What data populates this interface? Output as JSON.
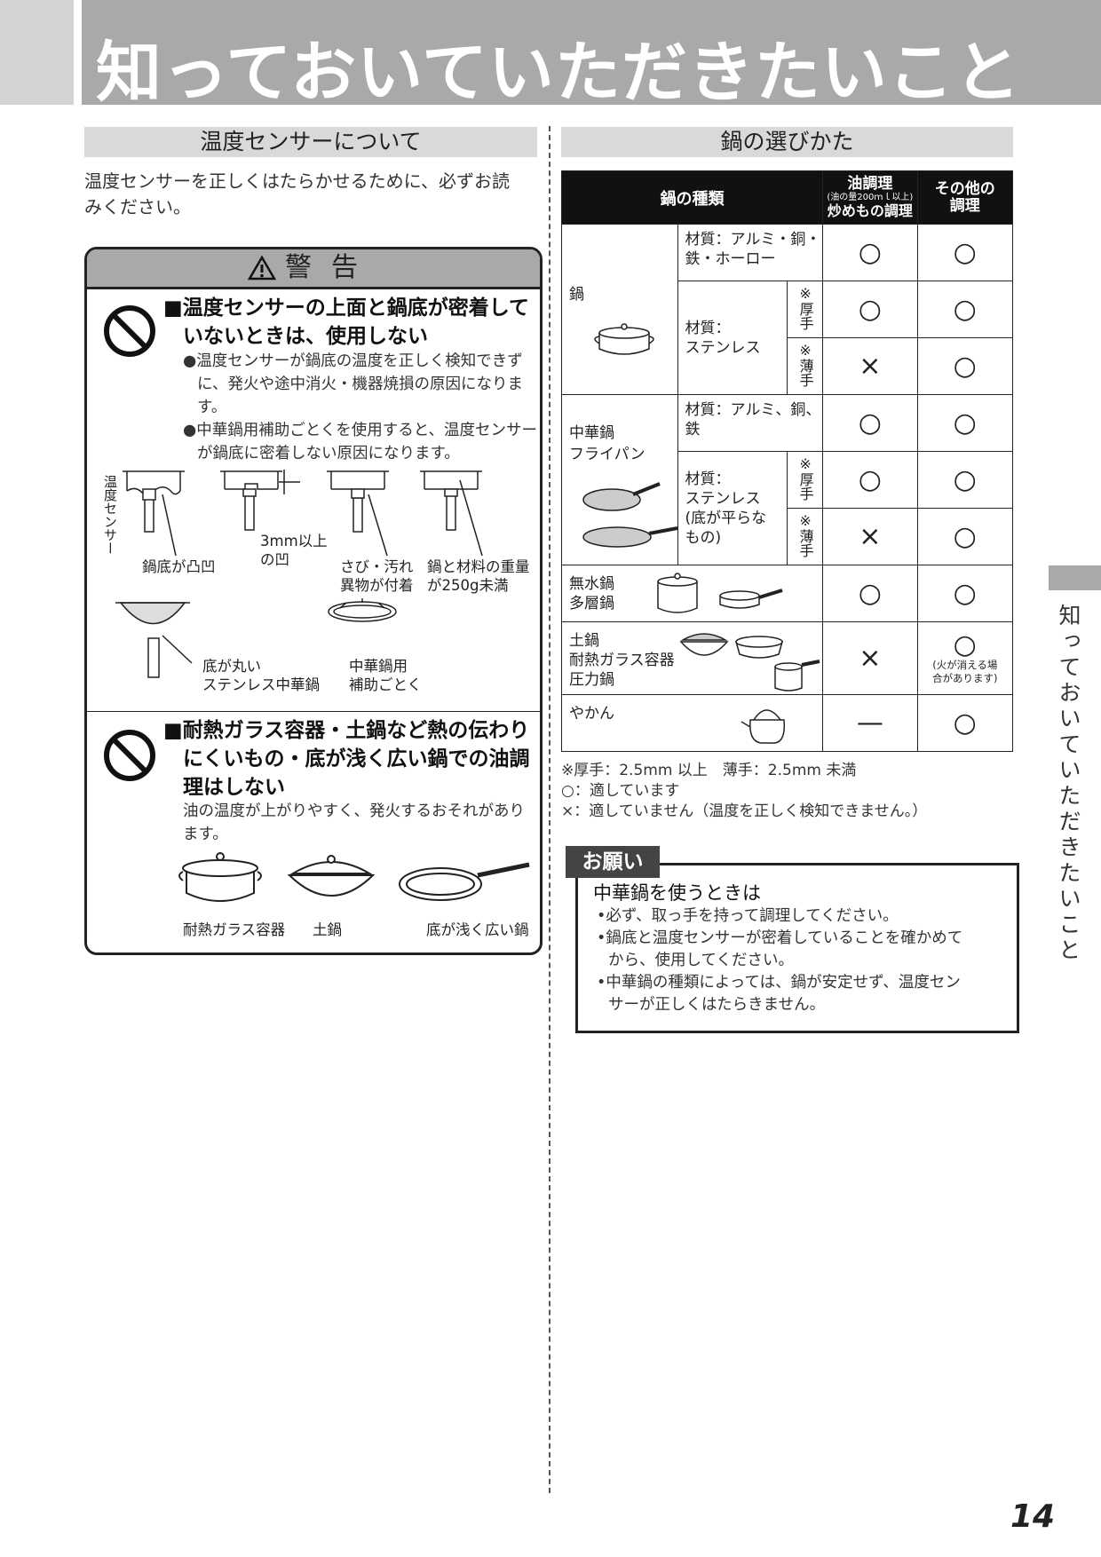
{
  "header": {
    "title": "知っておいていただきたいこと"
  },
  "sensor": {
    "heading": "温度センサーについて",
    "intro_line1": "温度センサーを正しくはたらかせるために、必ずお読",
    "intro_line2": "みください。",
    "warning_title": "警告",
    "w1_title_line1": "■温度センサーの上面と鍋底が密着して",
    "w1_title_line2": "いないときは、使用しない",
    "w1_b1_line1": "●温度センサーが鍋底の温度を正しく検知できず",
    "w1_b1_line2": "に、発火や途中消火・機器焼損の原因になりま",
    "w1_b1_line3": "す。",
    "w1_b2_line1": "●中華鍋用補助ごとくを使用すると、温度センサー",
    "w1_b2_line2": "が鍋底に密着しない原因になります。",
    "diag_sensor_label": "温度センサー",
    "diag1": "鍋底が凸凹",
    "diag2_l1": "3mm以上",
    "diag2_l2": "の凹",
    "diag3_l1": "さび・汚れ",
    "diag3_l2": "異物が付着",
    "diag4_l1": "鍋と材料の重量",
    "diag4_l2": "が250g未満",
    "diag5_l1": "底が丸い",
    "diag5_l2": "ステンレス中華鍋",
    "diag6_l1": "中華鍋用",
    "diag6_l2": "補助ごとく",
    "w2_title_line1": "■耐熱ガラス容器・土鍋など熱の伝わり",
    "w2_title_line2": "にくいもの・底が浅く広い鍋での油調",
    "w2_title_line3": "理はしない",
    "w2_desc_line1": "油の温度が上がりやすく、発火するおそれがあり",
    "w2_desc_line2": "ます。",
    "pot1": "耐熱ガラス容器",
    "pot2": "土鍋",
    "pot3": "底が浅く広い鍋"
  },
  "pans": {
    "heading": "鍋の選びかた",
    "col_type": "鍋の種類",
    "col_oil_l1": "油調理",
    "col_oil_l2": "(油の量200ｍｌ以上)",
    "col_oil_l3": "炒めもの調理",
    "col_other_l1": "その他の",
    "col_other_l2": "調理",
    "g1": "鍋",
    "g1_r1_l1": "材質：アルミ・銅・",
    "g1_r1_l2": "鉄・ホーロー",
    "g1_r2_l1": "材質：",
    "g1_r2_l2": "ステンレス",
    "thick": "※厚手",
    "thin": "※薄手",
    "g2_l1": "中華鍋",
    "g2_l2": "フライパン",
    "g2_r1_l1": "材質：アルミ、銅、",
    "g2_r1_l2": "鉄",
    "g2_r2_l1": "材質：",
    "g2_r2_l2": "ステンレス",
    "g2_r2_l3": "(底が平らな",
    "g2_r2_l4": "もの)",
    "g3_l1": "無水鍋",
    "g3_l2": "多層鍋",
    "g4_l1": "土鍋",
    "g4_l2": "耐熱ガラス容器",
    "g4_l3": "圧力鍋",
    "g4_note_l1": "(火が消える場",
    "g4_note_l2": "合があります)",
    "g5": "やかん",
    "ok": "○",
    "ng": "×",
    "na": "—",
    "note1": "※厚手：2.5mm 以上　薄手：2.5mm 未満",
    "note2": "○：適しています",
    "note3": "×：適していません（温度を正しく検知できません。）"
  },
  "request": {
    "tab": "お願い",
    "title": "中華鍋を使うときは",
    "b1": "•必ず、取っ手を持って調理してください。",
    "b2_l1": "•鍋底と温度センサーが密着していることを確かめて",
    "b2_l2": "から、使用してください。",
    "b3_l1": "•中華鍋の種類によっては、鍋が安定せず、温度セン",
    "b3_l2": "サーが正しくはたらきません。"
  },
  "side_title": "知っておいていただきたいこと",
  "page_number": "14"
}
